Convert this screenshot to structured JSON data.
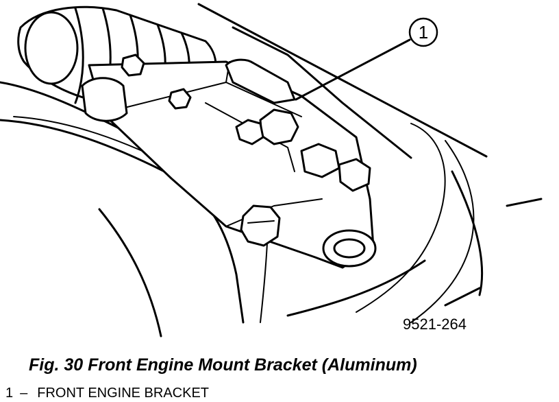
{
  "figure": {
    "callout_number": "1",
    "figure_code": "9521-264"
  },
  "caption": "Fig. 30 Front Engine Mount Bracket (Aluminum)",
  "legend": [
    {
      "number": "1",
      "separator": "–",
      "label": "FRONT ENGINE BRACKET"
    }
  ]
}
